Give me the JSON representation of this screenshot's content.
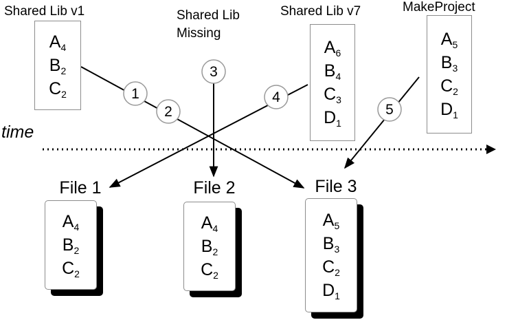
{
  "sources": [
    {
      "id": "src-v1",
      "title": "Shared Lib v1",
      "items": [
        {
          "letter": "A",
          "sub": "4"
        },
        {
          "letter": "B",
          "sub": "2"
        },
        {
          "letter": "C",
          "sub": "2"
        }
      ]
    },
    {
      "id": "src-missing",
      "title_lines": [
        "Shared Lib",
        "Missing"
      ]
    },
    {
      "id": "src-v7",
      "title": "Shared Lib v7",
      "items": [
        {
          "letter": "A",
          "sub": "6"
        },
        {
          "letter": "B",
          "sub": "4"
        },
        {
          "letter": "C",
          "sub": "3"
        },
        {
          "letter": "D",
          "sub": "1"
        }
      ]
    },
    {
      "id": "src-make",
      "title": "MakeProject",
      "items": [
        {
          "letter": "A",
          "sub": "5"
        },
        {
          "letter": "B",
          "sub": "3"
        },
        {
          "letter": "C",
          "sub": "2"
        },
        {
          "letter": "D",
          "sub": "1"
        }
      ]
    }
  ],
  "files": [
    {
      "title": "File 1",
      "items": [
        {
          "letter": "A",
          "sub": "4"
        },
        {
          "letter": "B",
          "sub": "2"
        },
        {
          "letter": "C",
          "sub": "2"
        }
      ]
    },
    {
      "title": "File 2",
      "items": [
        {
          "letter": "A",
          "sub": "4"
        },
        {
          "letter": "B",
          "sub": "2"
        },
        {
          "letter": "C",
          "sub": "2"
        }
      ]
    },
    {
      "title": "File 3",
      "items": [
        {
          "letter": "A",
          "sub": "5"
        },
        {
          "letter": "B",
          "sub": "3"
        },
        {
          "letter": "C",
          "sub": "2"
        },
        {
          "letter": "D",
          "sub": "1"
        }
      ]
    }
  ],
  "time_label": "time",
  "steps": [
    "1",
    "2",
    "3",
    "4",
    "5"
  ]
}
